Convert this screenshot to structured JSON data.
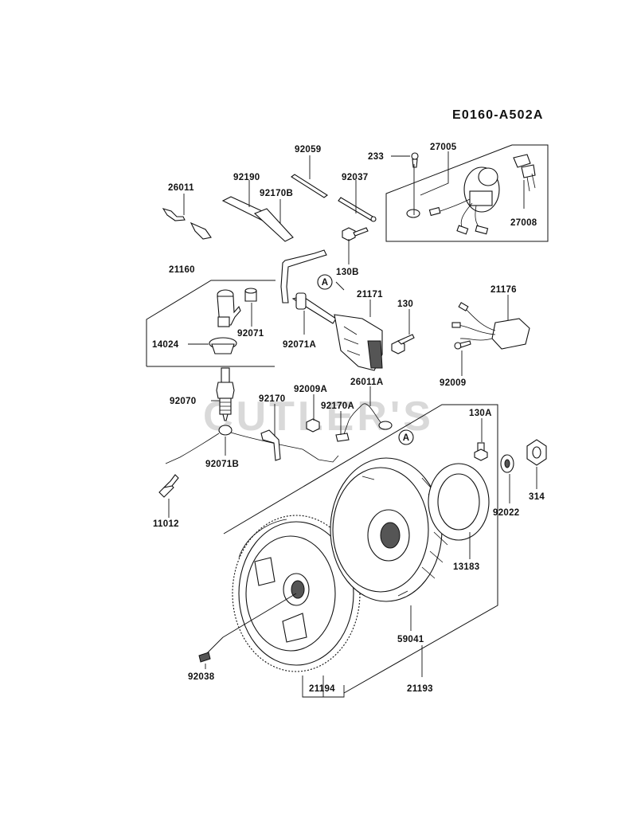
{
  "diagram_code": "E0160-A502A",
  "watermark": "CUTLER'S",
  "callout_letter": "A",
  "parts": [
    {
      "id": "p92059",
      "number": "92059"
    },
    {
      "id": "p233",
      "number": "233"
    },
    {
      "id": "p27005",
      "number": "27005"
    },
    {
      "id": "p92190",
      "number": "92190"
    },
    {
      "id": "p92037",
      "number": "92037"
    },
    {
      "id": "p26011",
      "number": "26011"
    },
    {
      "id": "p92170B",
      "number": "92170B"
    },
    {
      "id": "p27008",
      "number": "27008"
    },
    {
      "id": "p130B",
      "number": "130B"
    },
    {
      "id": "p21160",
      "number": "21160"
    },
    {
      "id": "p21171",
      "number": "21171"
    },
    {
      "id": "p130",
      "number": "130"
    },
    {
      "id": "p21176",
      "number": "21176"
    },
    {
      "id": "p92071",
      "number": "92071"
    },
    {
      "id": "p14024",
      "number": "14024"
    },
    {
      "id": "p92071A",
      "number": "92071A"
    },
    {
      "id": "p26011A",
      "number": "26011A"
    },
    {
      "id": "p92009",
      "number": "92009"
    },
    {
      "id": "p92170",
      "number": "92170"
    },
    {
      "id": "p92009A",
      "number": "92009A"
    },
    {
      "id": "p92070",
      "number": "92070"
    },
    {
      "id": "p92170A",
      "number": "92170A"
    },
    {
      "id": "p130A",
      "number": "130A"
    },
    {
      "id": "p92071B",
      "number": "92071B"
    },
    {
      "id": "p314",
      "number": "314"
    },
    {
      "id": "p92022",
      "number": "92022"
    },
    {
      "id": "p11012",
      "number": "11012"
    },
    {
      "id": "p13183",
      "number": "13183"
    },
    {
      "id": "p59041",
      "number": "59041"
    },
    {
      "id": "p92038",
      "number": "92038"
    },
    {
      "id": "p21194",
      "number": "21194"
    },
    {
      "id": "p21193",
      "number": "21193"
    }
  ]
}
